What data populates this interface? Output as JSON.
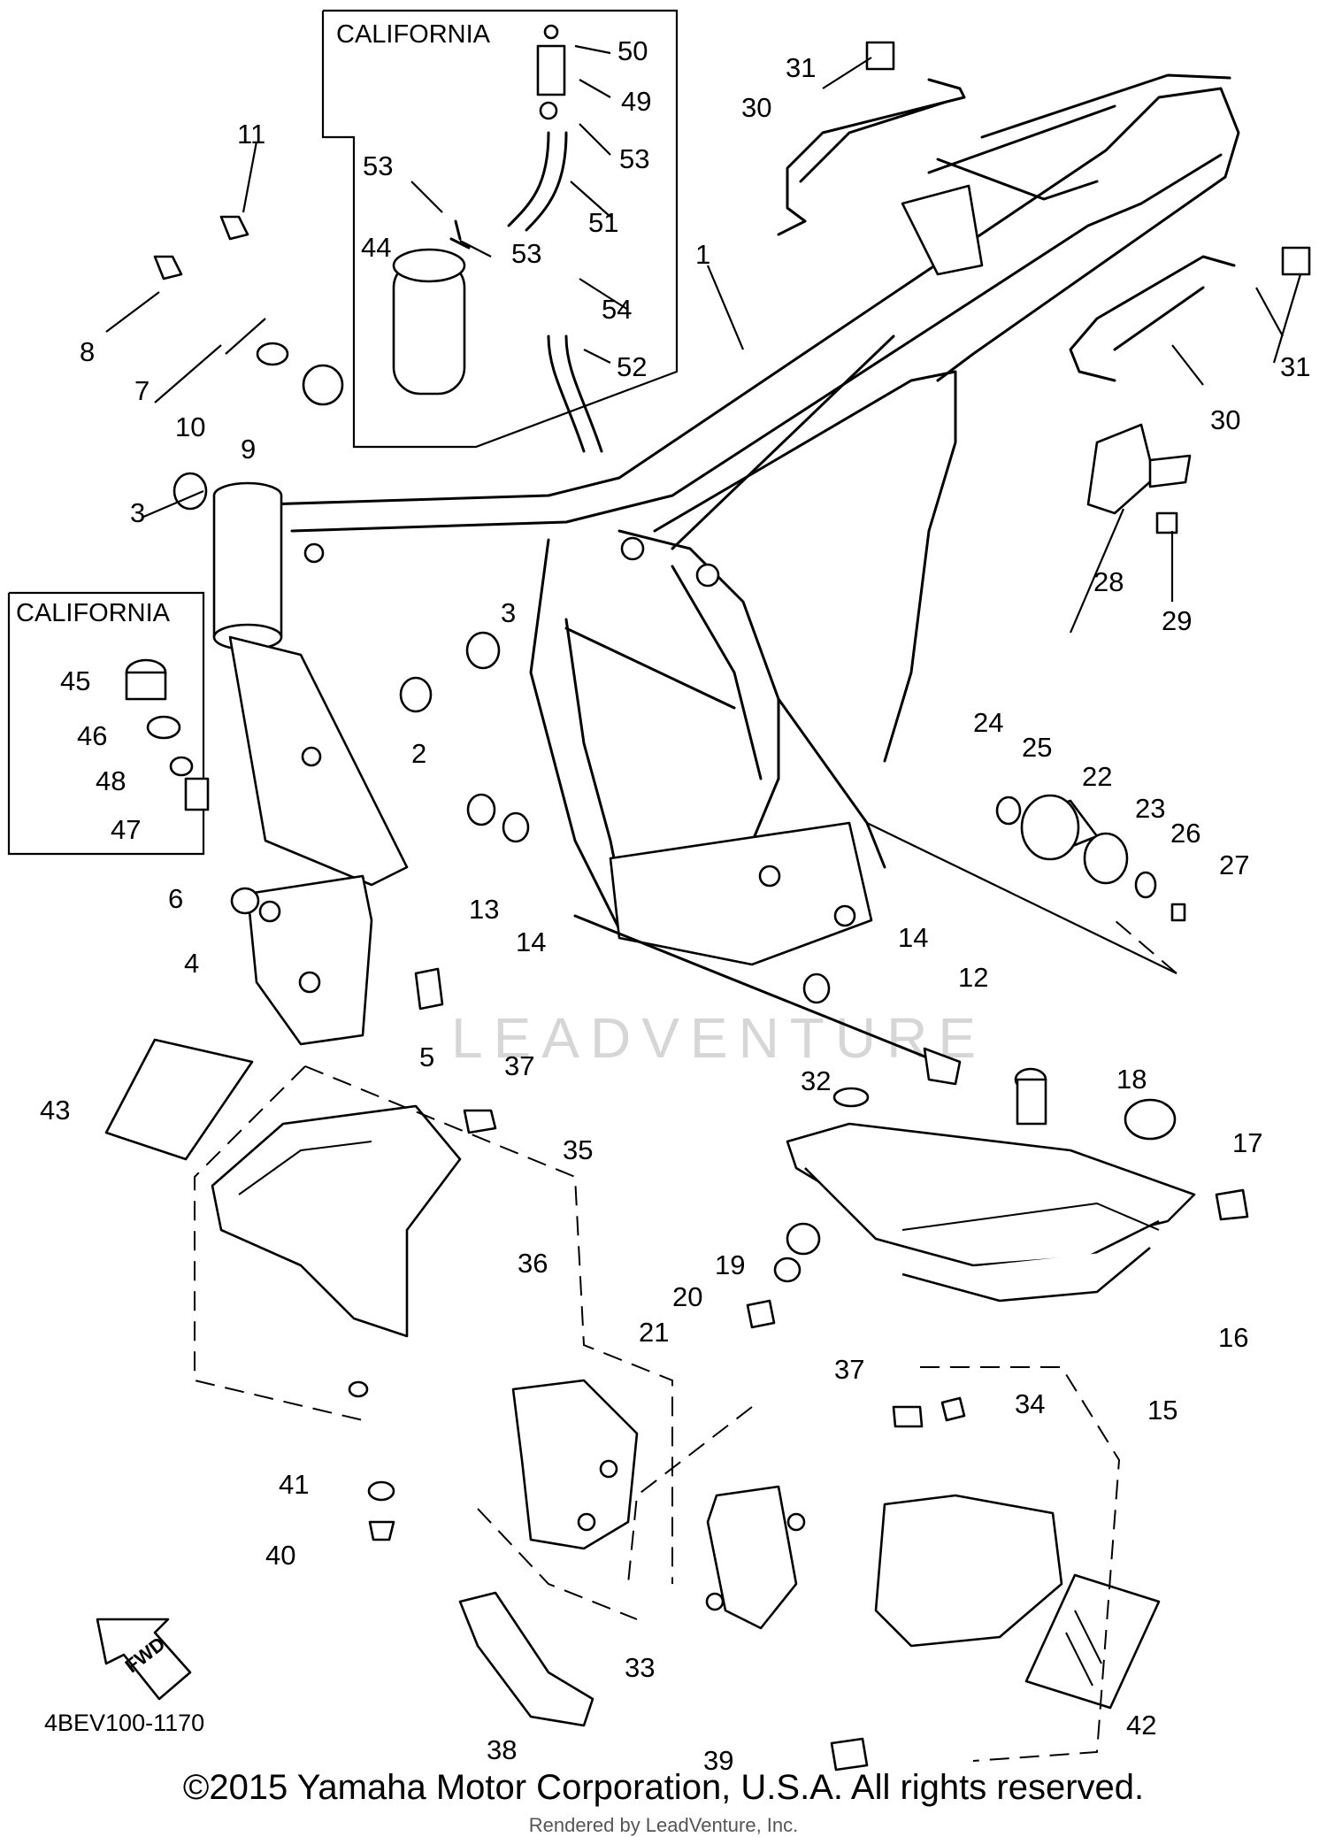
{
  "diagram": {
    "code": "4BEV100-1170",
    "copyright": "©2015 Yamaha Motor Corporation, U.S.A. All rights reserved.",
    "rendered_by": "Rendered by LeadVenture, Inc.",
    "watermark": "LEADVENTURE",
    "fwd_label": "FWD",
    "california_labels": [
      "CALIFORNIA",
      "CALIFORNIA"
    ],
    "callouts": [
      "1",
      "2",
      "3",
      "3",
      "4",
      "5",
      "6",
      "7",
      "8",
      "9",
      "10",
      "11",
      "12",
      "13",
      "14",
      "14",
      "15",
      "16",
      "17",
      "18",
      "19",
      "20",
      "21",
      "22",
      "23",
      "24",
      "25",
      "26",
      "27",
      "28",
      "29",
      "30",
      "30",
      "31",
      "31",
      "32",
      "33",
      "34",
      "35",
      "36",
      "37",
      "37",
      "38",
      "39",
      "40",
      "41",
      "42",
      "43",
      "44",
      "45",
      "46",
      "47",
      "48",
      "49",
      "50",
      "51",
      "52",
      "53",
      "53",
      "53",
      "54"
    ]
  }
}
